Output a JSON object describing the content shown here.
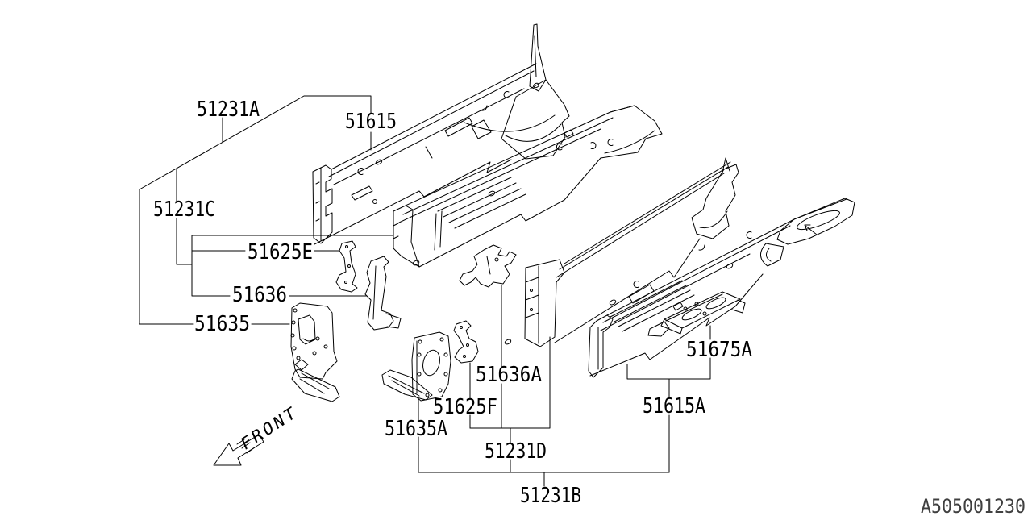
{
  "page": {
    "background": "#ffffff",
    "line_color": "#000000",
    "label_color": "#000000",
    "doc_number_color": "#404040"
  },
  "diagram": {
    "part_labels": [
      "51231A",
      "51615",
      "51231C",
      "51625E",
      "51636",
      "51635",
      "51636A",
      "51625F",
      "51635A",
      "51231D",
      "51675A",
      "51615A",
      "51231B"
    ],
    "front_label": "FRONT",
    "doc_number": "A505001230"
  }
}
